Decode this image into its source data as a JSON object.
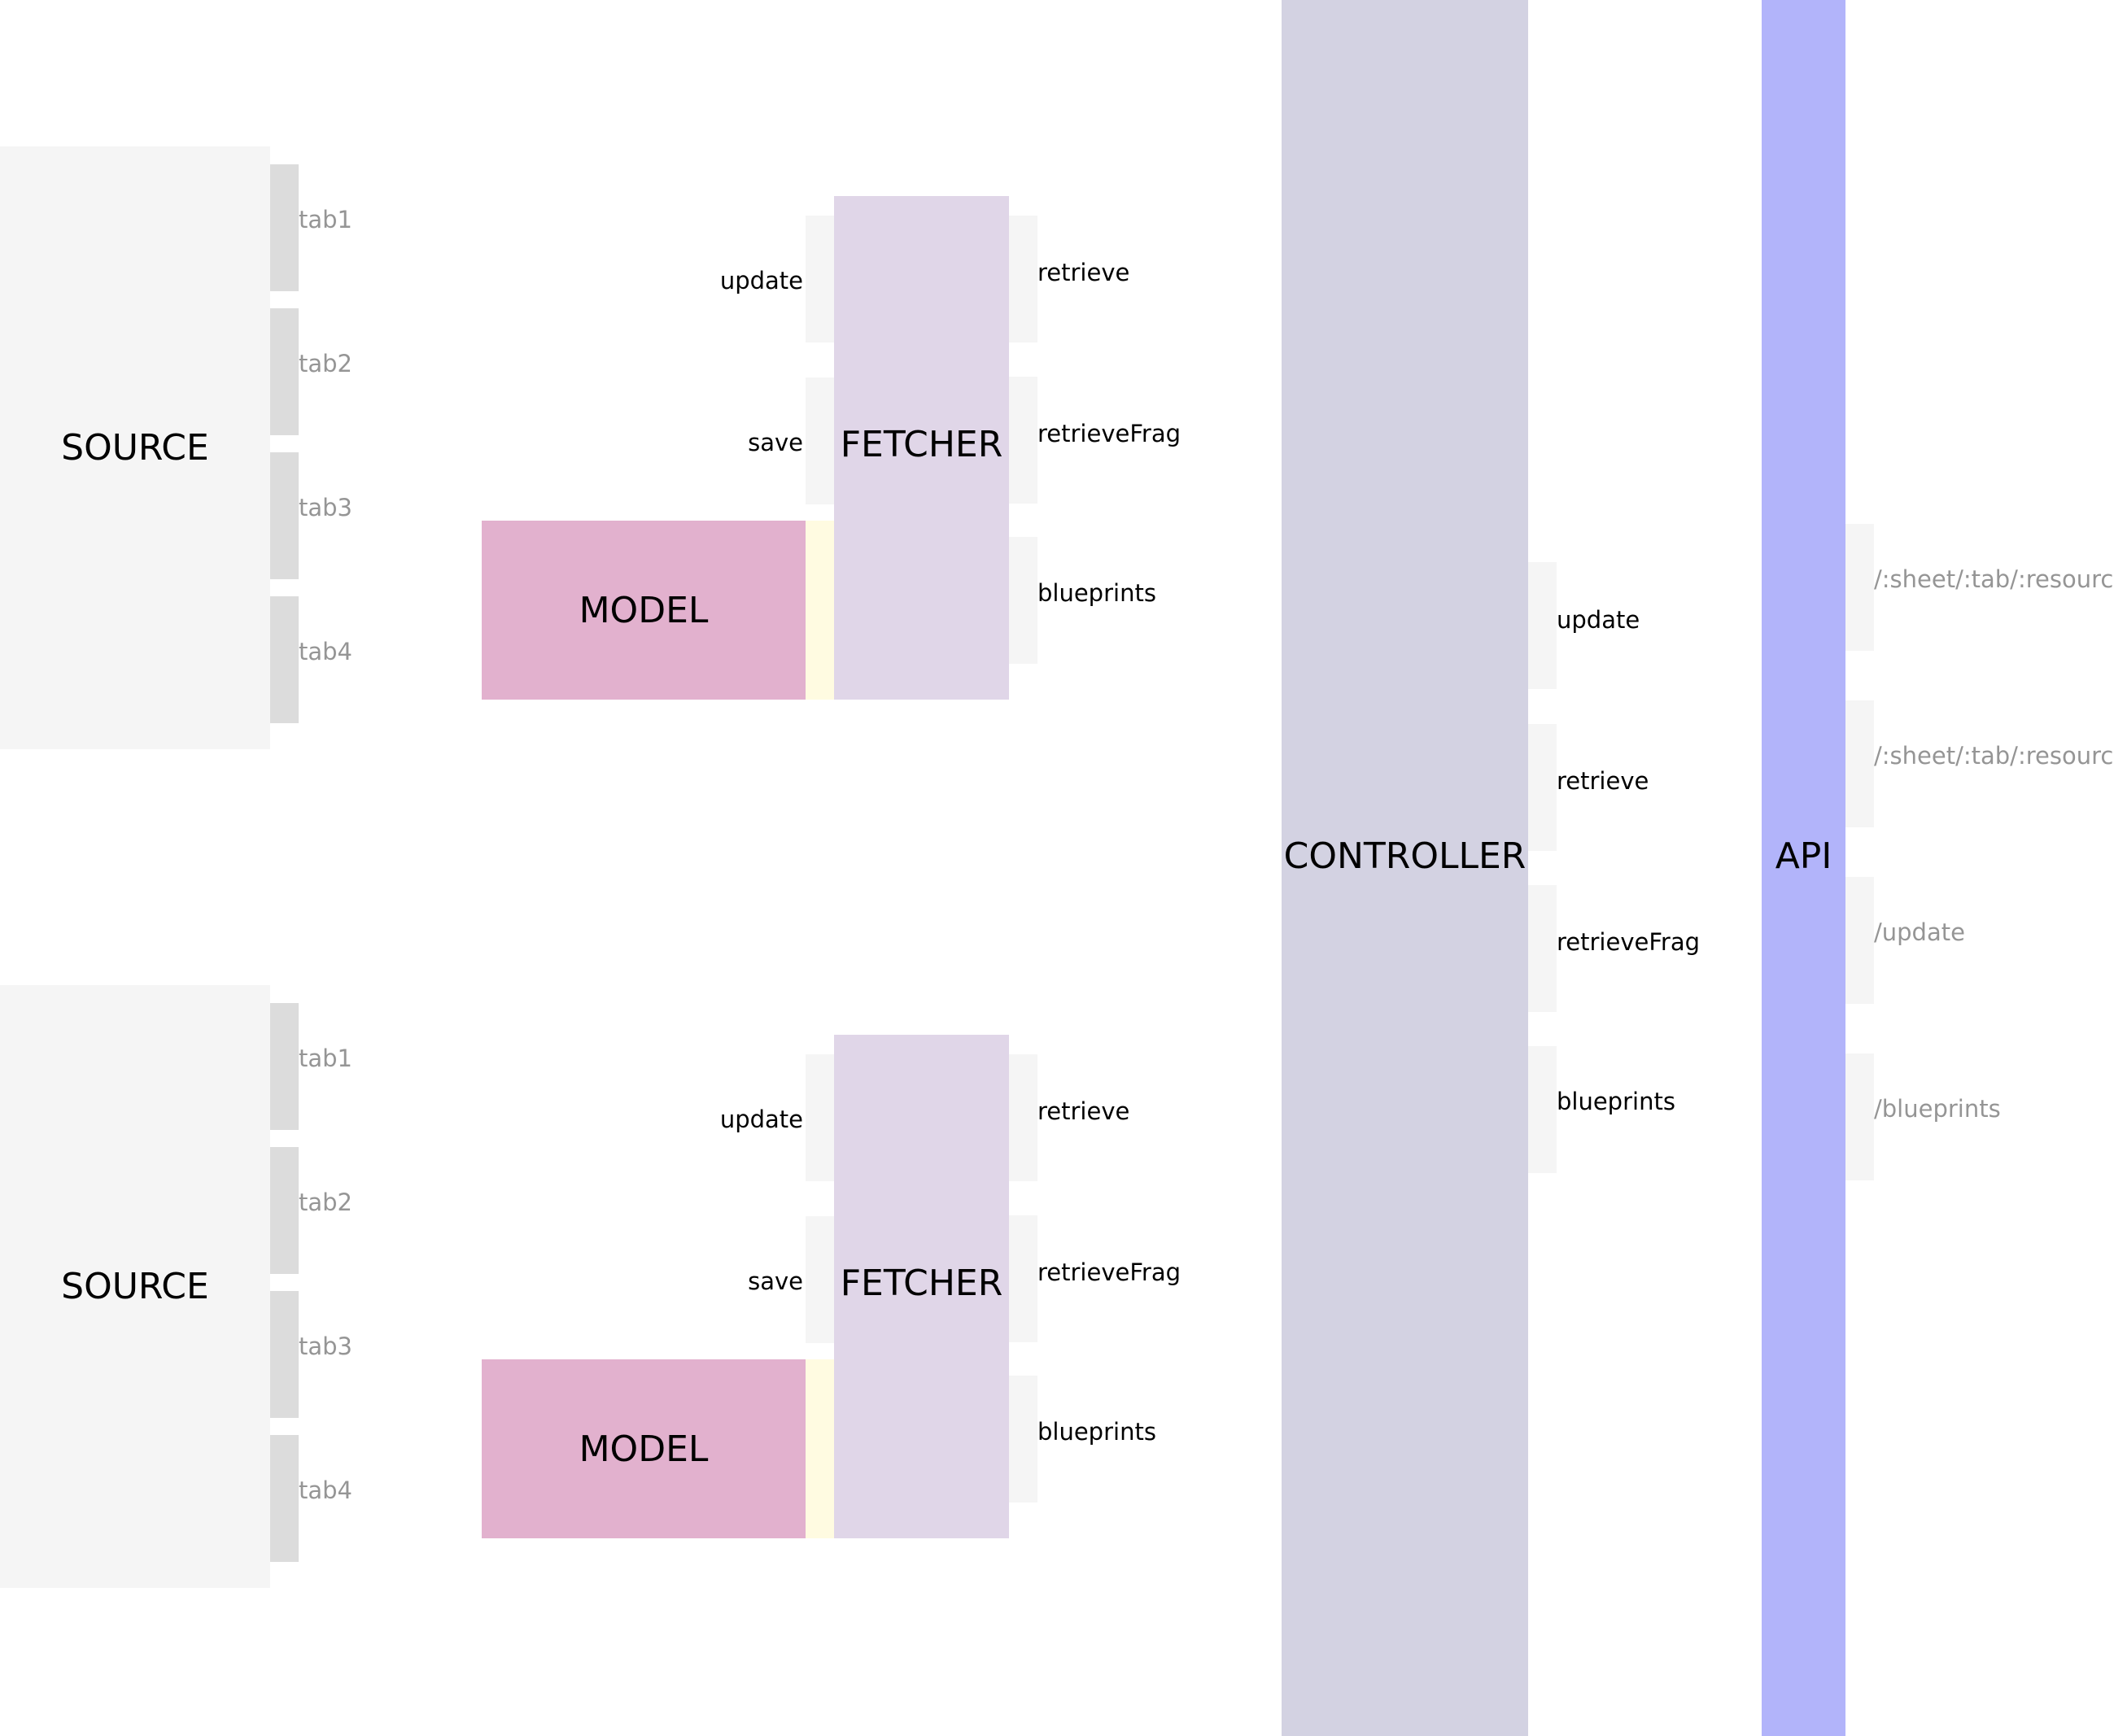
{
  "colors": {
    "source_bg": "#f5f5f5",
    "tab_port": "#dcdcdc",
    "port_bg": "#f5f5f5",
    "model_bg": "#e2b1ce",
    "model_connector": "#fffbe1",
    "fetcher_bg": "#e0d6e8",
    "controller_bg": "#d3d2e2",
    "api_bg": "#b2b4fa",
    "text_dark": "#000000",
    "text_gray": "#959595"
  },
  "groups": [
    {
      "source": {
        "label": "SOURCE",
        "tabs": [
          "tab1",
          "tab2",
          "tab3",
          "tab4"
        ]
      },
      "model": {
        "label": "MODEL"
      },
      "fetcher": {
        "label": "FETCHER",
        "inputs": [
          "update",
          "save"
        ],
        "outputs": [
          "retrieve",
          "retrieveFrag",
          "blueprints"
        ]
      }
    },
    {
      "source": {
        "label": "SOURCE",
        "tabs": [
          "tab1",
          "tab2",
          "tab3",
          "tab4"
        ]
      },
      "model": {
        "label": "MODEL"
      },
      "fetcher": {
        "label": "FETCHER",
        "inputs": [
          "update",
          "save"
        ],
        "outputs": [
          "retrieve",
          "retrieveFrag",
          "blueprints"
        ]
      }
    }
  ],
  "controller": {
    "label": "CONTROLLER",
    "outputs": [
      "update",
      "retrieve",
      "retrieveFrag",
      "blueprints"
    ]
  },
  "api": {
    "label": "API",
    "routes": [
      "/:sheet/:tab/:resource/:id",
      "/:sheet/:tab/:resource",
      "/update",
      "/blueprints"
    ]
  }
}
